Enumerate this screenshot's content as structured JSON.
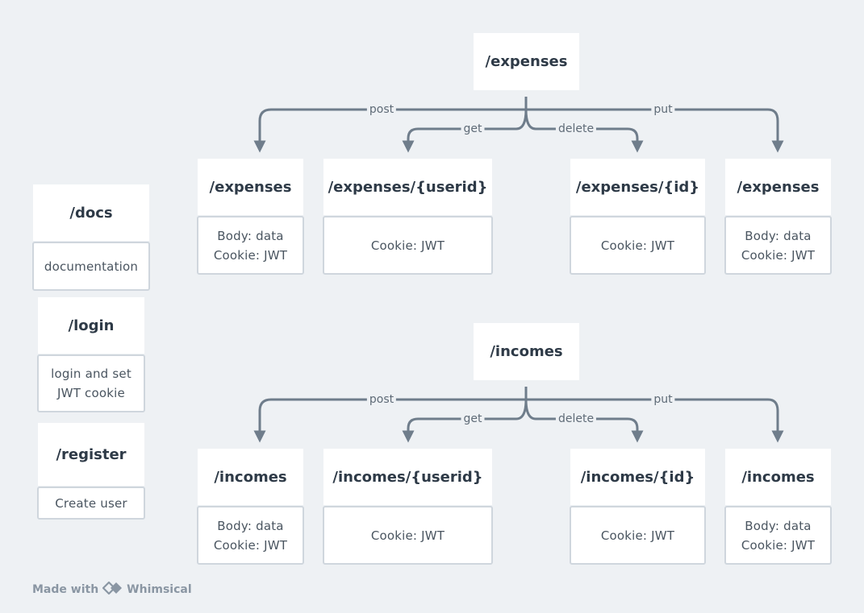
{
  "sidebar": {
    "docs": {
      "title": "/docs",
      "detail": "documentation"
    },
    "login": {
      "title": "/login",
      "detail": "login and set\nJWT cookie"
    },
    "register": {
      "title": "/register",
      "detail": "Create user"
    }
  },
  "expenses_tree": {
    "root": "/expenses",
    "edges": {
      "post": "post",
      "get": "get",
      "delete": "delete",
      "put": "put"
    },
    "nodes": [
      {
        "title": "/expenses",
        "detail": "Body: data\nCookie: JWT"
      },
      {
        "title": "/expenses/{userid}",
        "detail": "Cookie: JWT"
      },
      {
        "title": "/expenses/{id}",
        "detail": "Cookie: JWT"
      },
      {
        "title": "/expenses",
        "detail": "Body: data\nCookie: JWT"
      }
    ]
  },
  "incomes_tree": {
    "root": "/incomes",
    "edges": {
      "post": "post",
      "get": "get",
      "delete": "delete",
      "put": "put"
    },
    "nodes": [
      {
        "title": "/incomes",
        "detail": "Body: data\nCookie: JWT"
      },
      {
        "title": "/incomes/{userid}",
        "detail": "Cookie: JWT"
      },
      {
        "title": "/incomes/{id}",
        "detail": "Cookie: JWT"
      },
      {
        "title": "/incomes",
        "detail": "Body: data\nCookie: JWT"
      }
    ]
  },
  "footer": {
    "made_with": "Made with",
    "brand": "Whimsical",
    "logo_icon": "whimsical-logo-icon"
  },
  "colors": {
    "background": "#eef1f4",
    "connector": "#6f7d8b",
    "box_border": "#cfd6dd",
    "text": "#2e3a47"
  }
}
